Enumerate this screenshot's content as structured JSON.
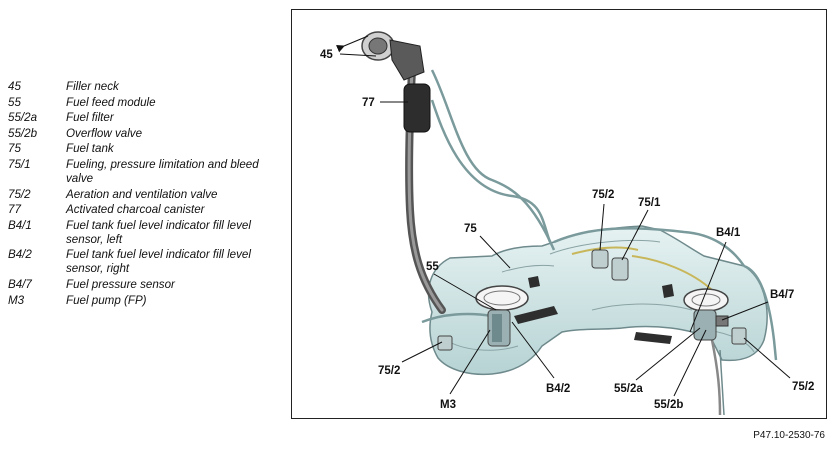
{
  "legend": [
    {
      "code": "45",
      "desc": "Filler neck"
    },
    {
      "code": "55",
      "desc": "Fuel feed module"
    },
    {
      "code": "55/2a",
      "desc": "Fuel filter"
    },
    {
      "code": "55/2b",
      "desc": "Overflow valve"
    },
    {
      "code": "75",
      "desc": "Fuel tank"
    },
    {
      "code": "75/1",
      "desc": "Fueling, pressure limitation and bleed valve"
    },
    {
      "code": "75/2",
      "desc": "Aeration and ventilation valve"
    },
    {
      "code": "77",
      "desc": "Activated charcoal canister"
    },
    {
      "code": "B4/1",
      "desc": "Fuel tank fuel level indicator fill level sensor, left"
    },
    {
      "code": "B4/2",
      "desc": "Fuel tank fuel level indicator fill level sensor, right"
    },
    {
      "code": "B4/7",
      "desc": "Fuel pressure sensor"
    },
    {
      "code": "M3",
      "desc": "Fuel pump (FP)"
    }
  ],
  "figure": {
    "labels": {
      "c45": "45",
      "c77": "77",
      "c75": "75",
      "c55": "55",
      "c75_2_top": "75/2",
      "c75_1": "75/1",
      "c75_2_left": "75/2",
      "cM3": "M3",
      "cB4_2": "B4/2",
      "cB4_1": "B4/1",
      "cB4_7": "B4/7",
      "c55_2a": "55/2a",
      "c55_2b": "55/2b",
      "c75_2_right": "75/2"
    },
    "figure_id": "P47.10-2530-76"
  }
}
